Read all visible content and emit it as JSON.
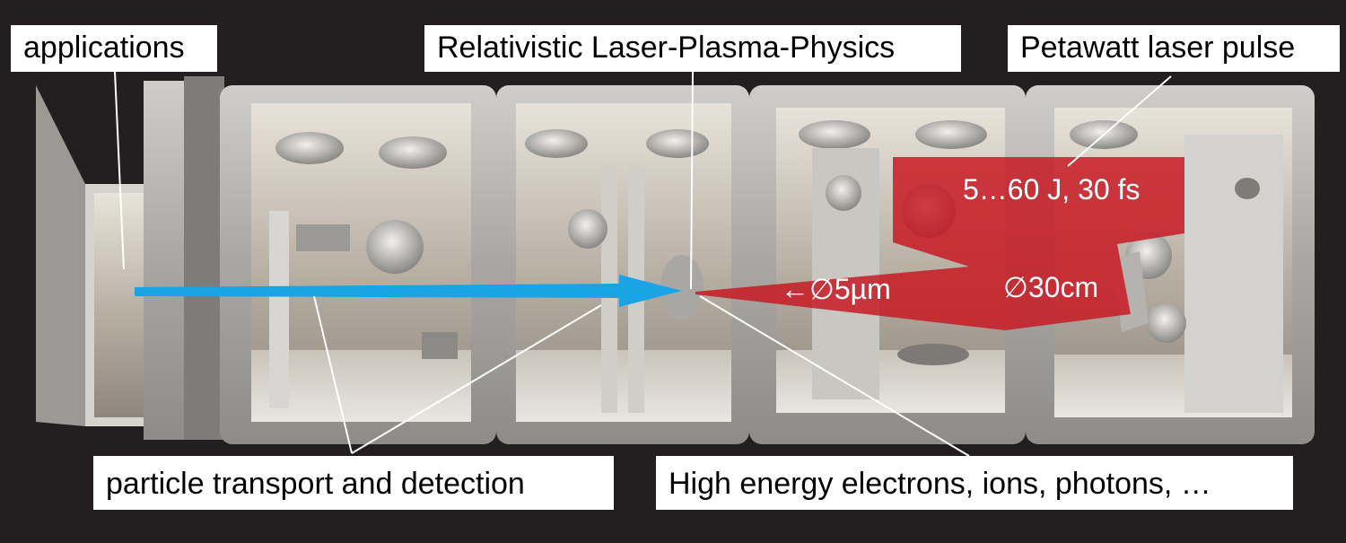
{
  "labels": {
    "applications": "applications",
    "physics": "Relativistic Laser-Plasma-Physics",
    "petawatt": "Petawatt laser pulse",
    "transport": "particle transport and detection",
    "high_energy": "High energy electrons, ions, photons, …"
  },
  "beam": {
    "energy_duration": "5…60 J, 30 fs",
    "focus_diameter": "←∅5µm",
    "beam_diameter": "∅30cm"
  },
  "colors": {
    "background": "#231f20",
    "laser": "#c8141e",
    "particle_beam": "#1aa4e6",
    "chamber": "#b9b7b3"
  }
}
